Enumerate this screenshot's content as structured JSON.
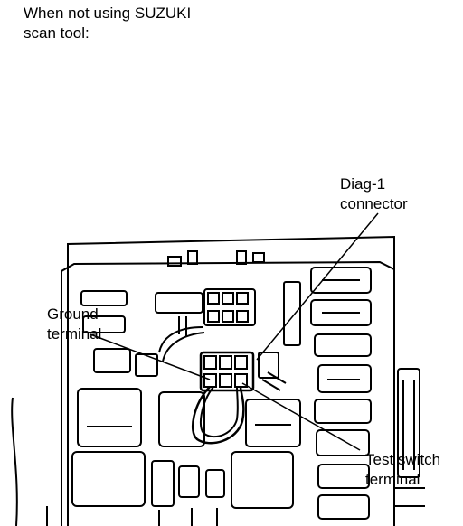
{
  "caption": {
    "line1": "When not using SUZUKI",
    "line2": "scan tool:"
  },
  "labels": {
    "diag_connector": {
      "line1": "Diag-1",
      "line2": "connector"
    },
    "ground_terminal": {
      "line1": "Ground",
      "line2": "terminal"
    },
    "test_switch_terminal": {
      "line1": "Test switch",
      "line2": "terminal"
    }
  },
  "icons": [
    "fuse-box-drawing",
    "jumper-wire",
    "diag-connector-icon"
  ]
}
